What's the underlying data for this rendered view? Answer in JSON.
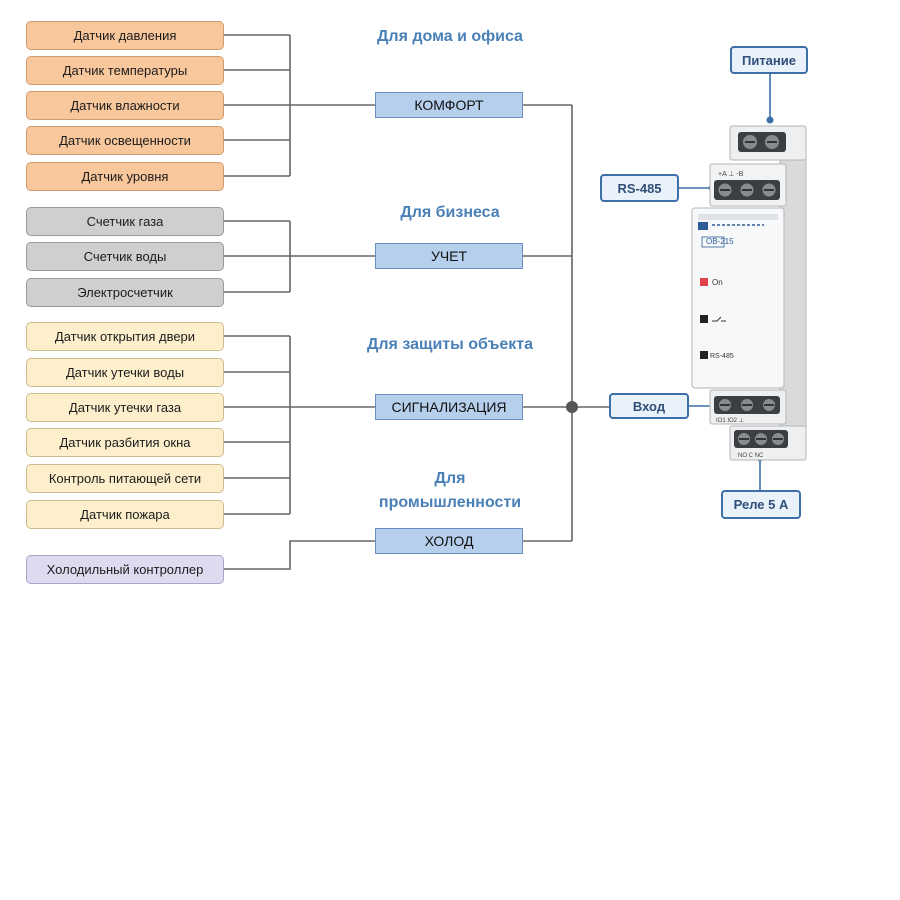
{
  "diagram": {
    "groups": [
      {
        "heading": "Для дома и офиса",
        "category": "КОМФОРТ",
        "items": [
          "Датчик давления",
          "Датчик температуры",
          "Датчик влажности",
          "Датчик освещенности",
          "Датчик уровня"
        ],
        "color": "#f8c79c"
      },
      {
        "heading": "Для бизнеса",
        "category": "УЧЕТ",
        "items": [
          "Счетчик газа",
          "Счетчик воды",
          "Электросчетчик"
        ],
        "color": "#cfcfcf"
      },
      {
        "heading": "Для защиты объекта",
        "category": "СИГНАЛИЗАЦИЯ",
        "items": [
          "Датчик открытия двери",
          "Датчик утечки воды",
          "Датчик утечки газа",
          "Датчик разбития окна",
          "Контроль питающей сети",
          "Датчик пожара"
        ],
        "color": "#fdefcc"
      },
      {
        "heading": "Для промышленности",
        "category": "ХОЛОД",
        "items": [
          "Холодильный контроллер"
        ],
        "color": "#dddbf0"
      }
    ],
    "device": {
      "callouts": {
        "power": "Питание",
        "rs485": "RS-485",
        "input": "Вход",
        "relay": "Реле 5 А"
      },
      "model": "ОВ-215",
      "indicators": [
        "On",
        "RS-485"
      ],
      "terminal_labels": {
        "top": "+A ⊥ -B",
        "io": "IO1  IO2 ⊥",
        "relay": "NO  C  NC"
      }
    }
  }
}
